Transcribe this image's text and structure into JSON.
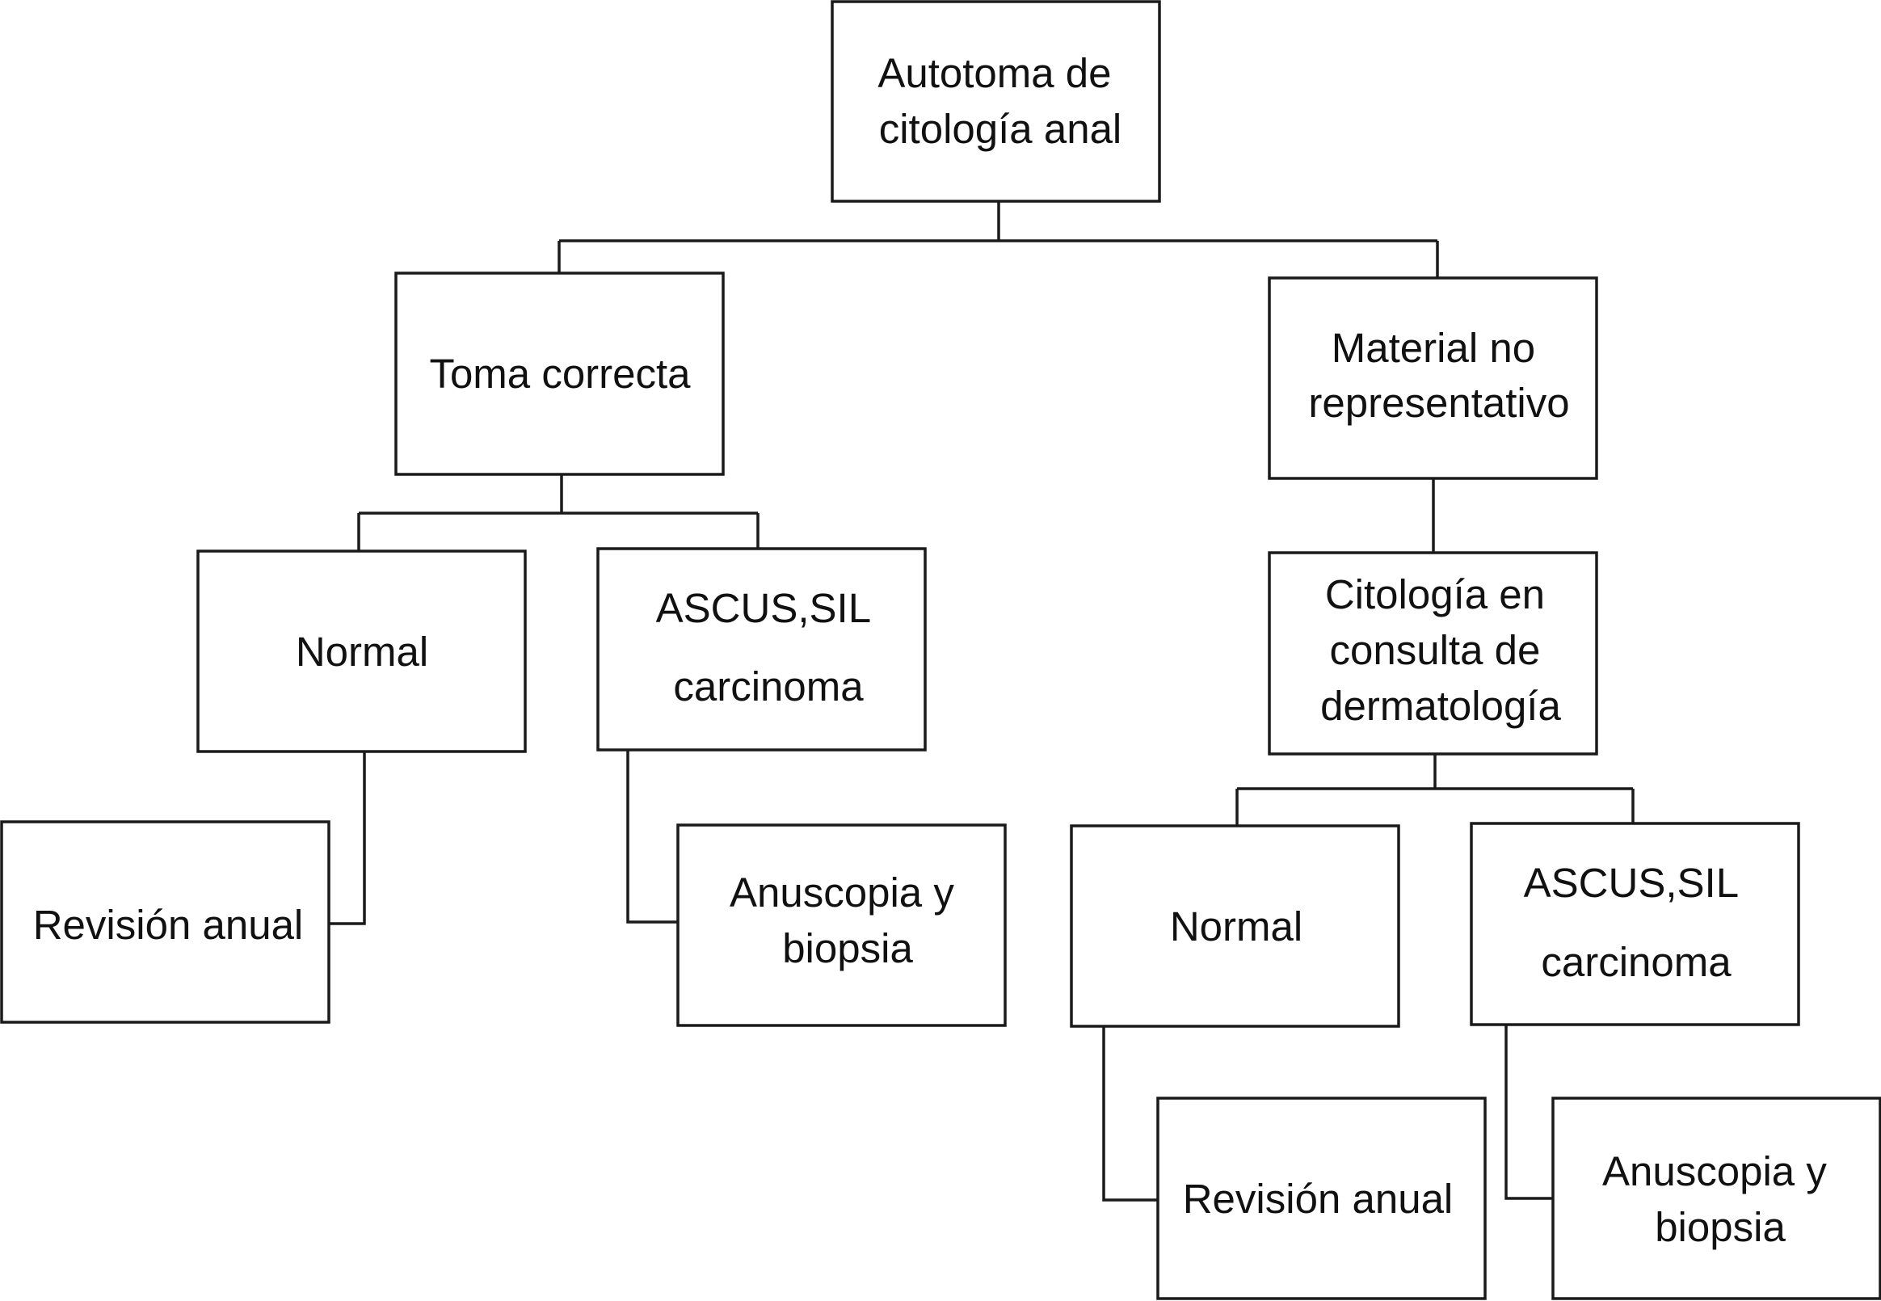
{
  "nodes": {
    "root": {
      "lines": [
        "Autotoma de",
        "citología anal"
      ]
    },
    "toma_correcta": {
      "lines": [
        "Toma correcta"
      ]
    },
    "material_no_representativo": {
      "lines": [
        "Material no",
        "representativo"
      ]
    },
    "normal_left": {
      "lines": [
        "Normal"
      ]
    },
    "ascus_left": {
      "lines": [
        "ASCUS,SIL",
        "carcinoma"
      ]
    },
    "revision_left": {
      "lines": [
        "Revisión anual"
      ]
    },
    "anuscopia_left": {
      "lines": [
        "Anuscopia y",
        "biopsia"
      ]
    },
    "citologia_consulta": {
      "lines": [
        "Citología en",
        "consulta de",
        "dermatología"
      ]
    },
    "normal_right": {
      "lines": [
        "Normal"
      ]
    },
    "ascus_right": {
      "lines": [
        "ASCUS,SIL",
        "carcinoma"
      ]
    },
    "revision_right": {
      "lines": [
        "Revisión anual"
      ]
    },
    "anuscopia_right": {
      "lines": [
        "Anuscopia y",
        "biopsia"
      ]
    }
  }
}
